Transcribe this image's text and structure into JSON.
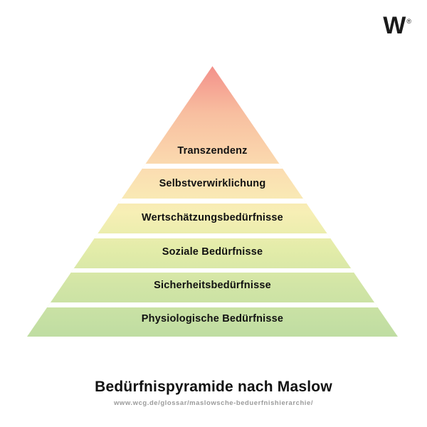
{
  "logo": {
    "letter": "W",
    "registered_mark": "®"
  },
  "pyramid": {
    "type": "hierarchy-pyramid",
    "levels": [
      {
        "rank": 1,
        "label": "Transzendenz",
        "color": "#f3908a"
      },
      {
        "rank": 2,
        "label": "Selbstverwirklichung",
        "color": "#fadcae"
      },
      {
        "rank": 3,
        "label": "Wertschätzungsbedürfnisse",
        "color": "#f7efb5"
      },
      {
        "rank": 4,
        "label": "Soziale Bedürfnisse",
        "color": "#e3eca9"
      },
      {
        "rank": 5,
        "label": "Sicherheitsbedürfnisse",
        "color": "#d2e5a6"
      },
      {
        "rank": 6,
        "label": "Physiologische Bedürfnisse",
        "color": "#c1dea3"
      }
    ],
    "gradient_top_color": "#f3908a",
    "gradient_bottom_color": "#bfdda2",
    "divider_color": "#ffffff"
  },
  "footer": {
    "title": "Bedürfnispyramide nach Maslow",
    "url": "www.wcg.de/glossar/maslowsche-beduerfnishierarchie/"
  }
}
